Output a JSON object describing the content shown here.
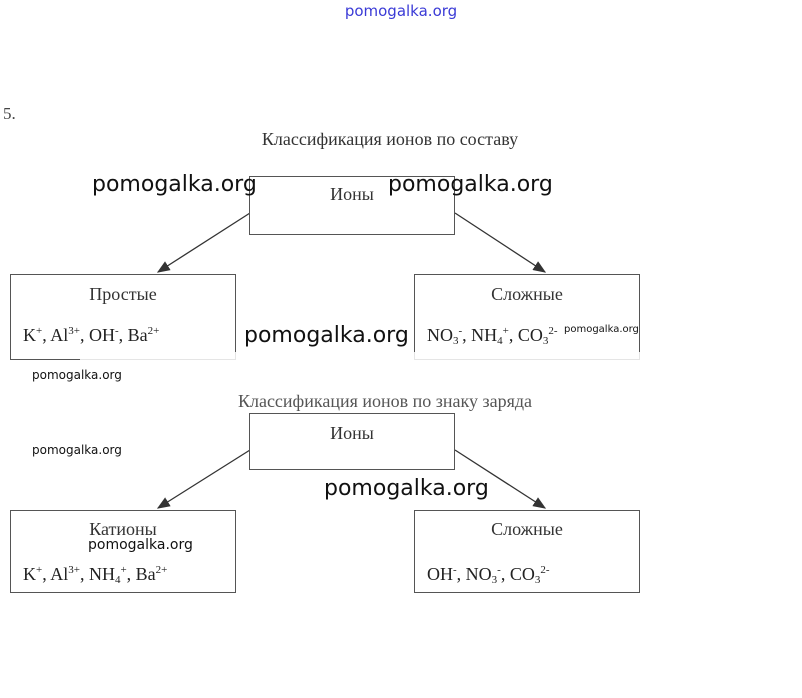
{
  "site_link": "pomogalka.org",
  "task_number": "5.",
  "diagram1": {
    "title": "Классификация ионов по составу",
    "root": "Ионы",
    "left_title": "Простые",
    "right_title": "Сложные"
  },
  "diagram2": {
    "title": "Классификация ионов по знаку заряда",
    "root": "Ионы",
    "left_title": "Катионы",
    "right_title": "Сложные"
  },
  "watermark": "pomogalka.org"
}
